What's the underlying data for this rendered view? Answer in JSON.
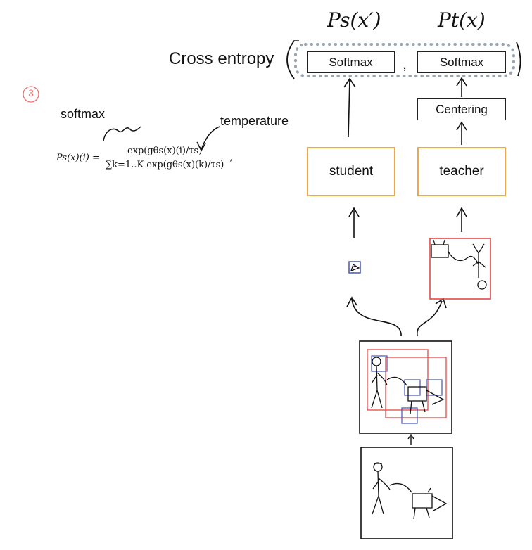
{
  "labels": {
    "ps": "Ps(x′)",
    "pt": "Pt(x)",
    "cross_entropy": "Cross entropy",
    "comma": ",",
    "softmax_left": "Softmax",
    "softmax_right": "Softmax",
    "centering": "Centering",
    "student": "student",
    "teacher": "teacher",
    "step_number": "3",
    "softmax_note": "softmax",
    "temperature_note": "temperature"
  },
  "formula": {
    "lhs": "Ps(x)(i) =",
    "numerator": "exp(gθs(x)(i)/τs)",
    "denominator": "∑k=1..K exp(gθs(x)(k)/τs)",
    "trailing": ","
  },
  "colors": {
    "orange": "#f2a64a",
    "red": "#e84848",
    "blue": "#5560b8",
    "dots": "#98a6b4",
    "step_circle": "#f07070"
  }
}
